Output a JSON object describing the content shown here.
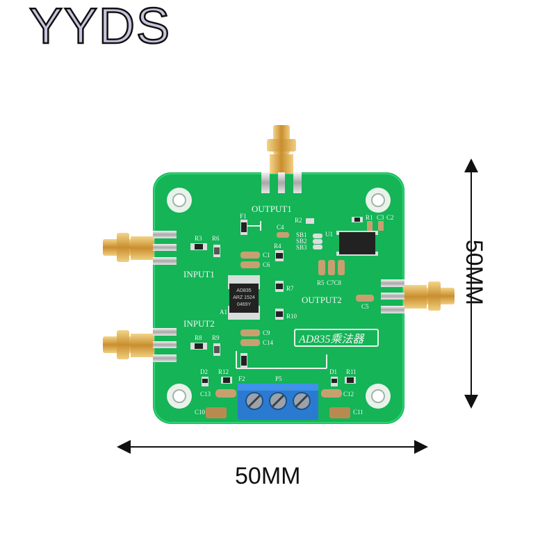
{
  "brand": "YYDS",
  "dimensions": {
    "width_label": "50MM",
    "height_label": "50MM"
  },
  "board": {
    "title": "AD835乘法器",
    "chip_lines": [
      "AD835",
      "ARZ 1524",
      "0469Y"
    ],
    "labels": {
      "output1": "OUTPUT1",
      "output2": "OUTPUT2",
      "input1": "INPUT1",
      "input2": "INPUT2",
      "f1": "F1",
      "f2": "F2",
      "a1": "A1",
      "u1": "U1",
      "p5": "P5",
      "r1": "R1",
      "r2": "R2",
      "r3": "R3",
      "r4": "R4",
      "r5": "R5",
      "r6": "R6",
      "r7": "R7",
      "r8": "R8",
      "r9": "R9",
      "r10": "R10",
      "r11": "R11",
      "r12": "R12",
      "c1": "C1",
      "c2": "C2",
      "c3": "C3",
      "c4": "C4",
      "c5": "C5",
      "c6": "C6",
      "c7c8": "C7C8",
      "c9": "C9",
      "c10": "C10",
      "c11": "C11",
      "c12": "C12",
      "c13": "C13",
      "c14": "C14",
      "d1": "D1",
      "d2": "D2",
      "sb1": "SB1",
      "sb2": "SB2",
      "sb3": "SB3"
    }
  },
  "colors": {
    "pcb": "#16b85a",
    "silkscreen": "#f2f6f2",
    "terminal": "#2e7fd6",
    "gold": "#d9a64a"
  }
}
